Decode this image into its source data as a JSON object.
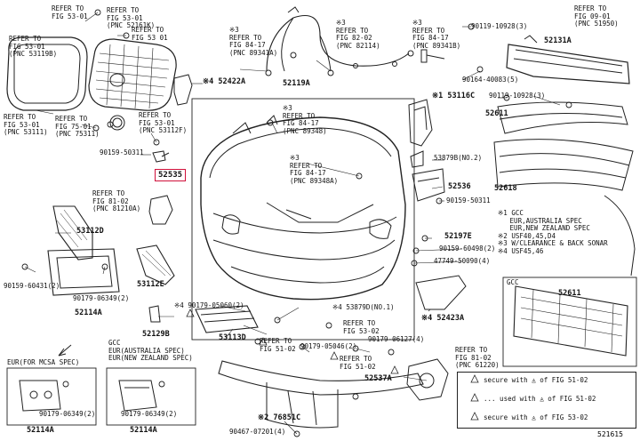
{
  "highlighted_part": "52535",
  "references": [
    {
      "id": "ref-53-01-a",
      "lines": [
        "REFER TO",
        "FIG 53-01"
      ]
    },
    {
      "id": "ref-53-01-b",
      "lines": [
        "REFER TO",
        "FIG 53-01",
        "(PNC 52161K)"
      ]
    },
    {
      "id": "ref-53-01-c",
      "lines": [
        "REFER TO",
        "FIG 53 01"
      ]
    },
    {
      "id": "ref-53-01-d",
      "lines": [
        "REFER TO",
        "FIG 53-01",
        "(PNC 53119B)"
      ]
    },
    {
      "id": "ref-84-17-a",
      "lines": [
        "※3",
        "REFER TO",
        "FIG 84-17",
        "(PNC 89341A)"
      ]
    },
    {
      "id": "ref-82-02",
      "lines": [
        "※3",
        "REFER TO",
        "FIG 82-02",
        "(PNC 82114)"
      ]
    },
    {
      "id": "ref-84-17-b",
      "lines": [
        "※3",
        "REFER TO",
        "FIG 84-17",
        "(PNC 89341B)"
      ]
    },
    {
      "id": "ref-09-01",
      "lines": [
        "REFER TO",
        "FIG 09-01",
        "(PNC 51950)"
      ]
    },
    {
      "id": "ref-53-01-e",
      "lines": [
        "REFER TO",
        "FIG 53-01",
        "(PNC 53111)"
      ]
    },
    {
      "id": "ref-75-01",
      "lines": [
        "REFER TO",
        "FIG 75-01",
        "(PNC 75311)"
      ]
    },
    {
      "id": "ref-53-01-f",
      "lines": [
        "REFER TO",
        "FIG 53-01",
        "(PNC 53112F)"
      ]
    },
    {
      "id": "ref-84-17-c",
      "lines": [
        "※3",
        "REFER TO",
        "FIG 84-17",
        "(PNC 89348)"
      ]
    },
    {
      "id": "ref-84-17-d",
      "lines": [
        "※3",
        "REFER TO",
        "FIG 84-17",
        "(PNC 89348A)"
      ]
    },
    {
      "id": "ref-81-02-a",
      "lines": [
        "REFER TO",
        "FIG 81-02",
        "(PNC 81210A)"
      ]
    },
    {
      "id": "ref-53-02",
      "lines": [
        "REFER TO",
        "FIG 53-02"
      ]
    },
    {
      "id": "ref-51-02-a",
      "lines": [
        "REFER TO",
        "FIG 51-02"
      ]
    },
    {
      "id": "ref-51-02-b",
      "lines": [
        "REFER TO",
        "FIG 51-02"
      ]
    },
    {
      "id": "ref-81-02-b",
      "lines": [
        "REFER TO",
        "FIG 81-02",
        "(PNC 61220)"
      ]
    }
  ],
  "part_numbers": [
    {
      "id": "52422A",
      "text": "※4 52422A"
    },
    {
      "id": "52119A",
      "text": "52119A"
    },
    {
      "id": "90119-10928-3a",
      "text": "90119-10928(3)"
    },
    {
      "id": "52131A",
      "text": "52131A"
    },
    {
      "id": "90164-40083",
      "text": "90164-40083(5)"
    },
    {
      "id": "90119-10928-3b",
      "text": "90119-10928(3)"
    },
    {
      "id": "53116C",
      "text": "※1 53116C"
    },
    {
      "id": "52611-a",
      "text": "52611"
    },
    {
      "id": "90159-50311-a",
      "text": "90159-50311"
    },
    {
      "id": "53879B",
      "text": "53879B(NO.2)"
    },
    {
      "id": "52536",
      "text": "52536"
    },
    {
      "id": "52618",
      "text": "52618"
    },
    {
      "id": "90159-50311-b",
      "text": "90159-50311"
    },
    {
      "id": "53112D",
      "text": "53112D"
    },
    {
      "id": "52197E",
      "text": "52197E"
    },
    {
      "id": "90159-60498",
      "text": "90159-60498(2)"
    },
    {
      "id": "47749-50090",
      "text": "47749-50090(4)"
    },
    {
      "id": "90159-60431",
      "text": "90159-60431(2)"
    },
    {
      "id": "53112E",
      "text": "53112E"
    },
    {
      "id": "90179-06349-a",
      "text": "90179-06349(2)"
    },
    {
      "id": "90179-05060",
      "text": "※4 90179-05060(2)"
    },
    {
      "id": "53879D",
      "text": "※4 53879D(NO.1)"
    },
    {
      "id": "52423A",
      "text": "※4 52423A"
    },
    {
      "id": "52114A-a",
      "text": "52114A"
    },
    {
      "id": "52129B",
      "text": "52129B"
    },
    {
      "id": "53113D",
      "text": "53113D"
    },
    {
      "id": "90179-05046",
      "text": "90179-05046(2)"
    },
    {
      "id": "90179-06127",
      "text": "90179-06127(4)"
    },
    {
      "id": "52537A",
      "text": "52537A"
    },
    {
      "id": "90179-06349-b",
      "text": "90179-06349(2)"
    },
    {
      "id": "52114A-b",
      "text": "52114A"
    },
    {
      "id": "52114A-c",
      "text": "52114A"
    },
    {
      "id": "76851C",
      "text": "※2 76851C"
    },
    {
      "id": "90467-07201",
      "text": "90467-07201(4)"
    },
    {
      "id": "52611-b",
      "text": "52611"
    },
    {
      "id": "52535-ref",
      "text": "52535"
    }
  ],
  "notes": [
    "※1 GCC",
    "EUR,AUSTRALIA SPEC",
    "EUR,NEW ZEALAND SPEC",
    "※2 USF40,45,D4",
    "※3 W/CLEARANCE & BACK SONAR",
    "※4 USF45,46"
  ],
  "inset_labels": {
    "left_title": "EUR(FOR MCSA SPEC)",
    "mid_title_1": "GCC",
    "mid_title_2": "EUR(AUSTRALIA SPEC)",
    "mid_title_3": "EUR(NEW ZEALAND SPEC)",
    "right_title": "GCC"
  },
  "legend": [
    "secure with ◬ of FIG 51-02",
    "... used with ◬ of FIG 51-02",
    "secure with ◬ of FIG 53-02"
  ],
  "figure_id": "521615"
}
